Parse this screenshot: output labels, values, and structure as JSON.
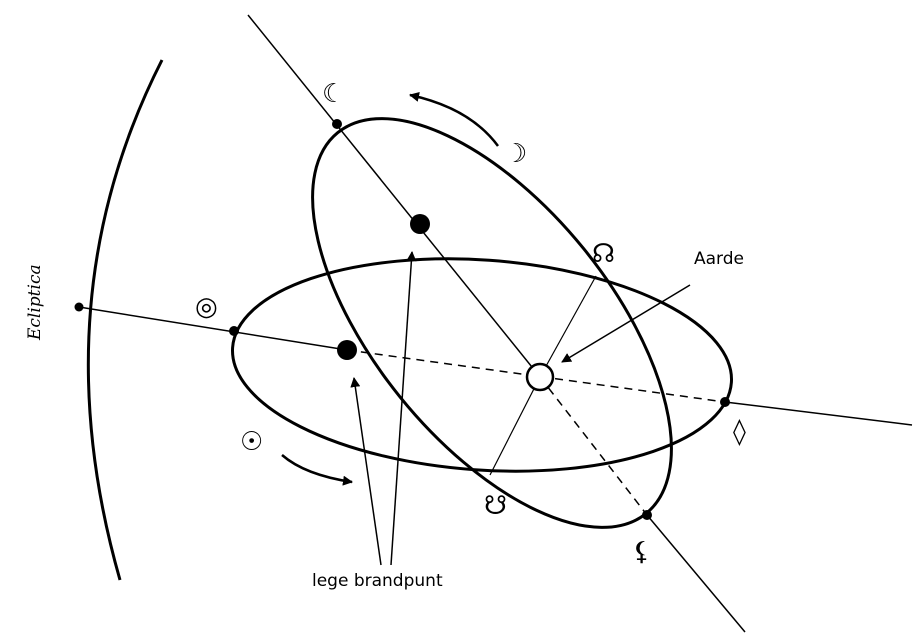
{
  "labels": {
    "ecliptic": "Ecliptica",
    "earth": "Aarde",
    "empty_focus": "lege brandpunt"
  },
  "symbols": {
    "new_moon": "☾",
    "first_quarter_moon": "☽",
    "ascending_node": "☊",
    "descending_node": "☋",
    "sun": "☉",
    "lilith": "⚸",
    "apogee_sun": "◎",
    "diamond": "◊"
  },
  "colors": {
    "line": "#000000",
    "background": "#ffffff"
  }
}
